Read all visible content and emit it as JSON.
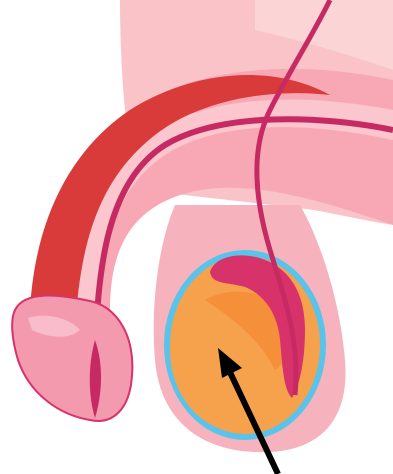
{
  "diagram": {
    "subject": "male-reproductive-anatomy",
    "parts": [
      {
        "name": "penis-shaft",
        "color": "#f8a8b4"
      },
      {
        "name": "corpus-cavernosum",
        "color": "#d93a3a"
      },
      {
        "name": "urethra",
        "color": "#c72a63"
      },
      {
        "name": "glans",
        "color": "#f39aae"
      },
      {
        "name": "scrotum",
        "color": "#f7b3bd"
      },
      {
        "name": "tunica-vaginalis",
        "color": "#59c3ea"
      },
      {
        "name": "testis",
        "color": "#f6a24c"
      },
      {
        "name": "epididymis",
        "color": "#d8326b"
      },
      {
        "name": "vas-deferens",
        "color": "#c72a63"
      }
    ],
    "pointer": {
      "target": "testis",
      "icon": "arrow-icon",
      "color": "#000000"
    }
  }
}
